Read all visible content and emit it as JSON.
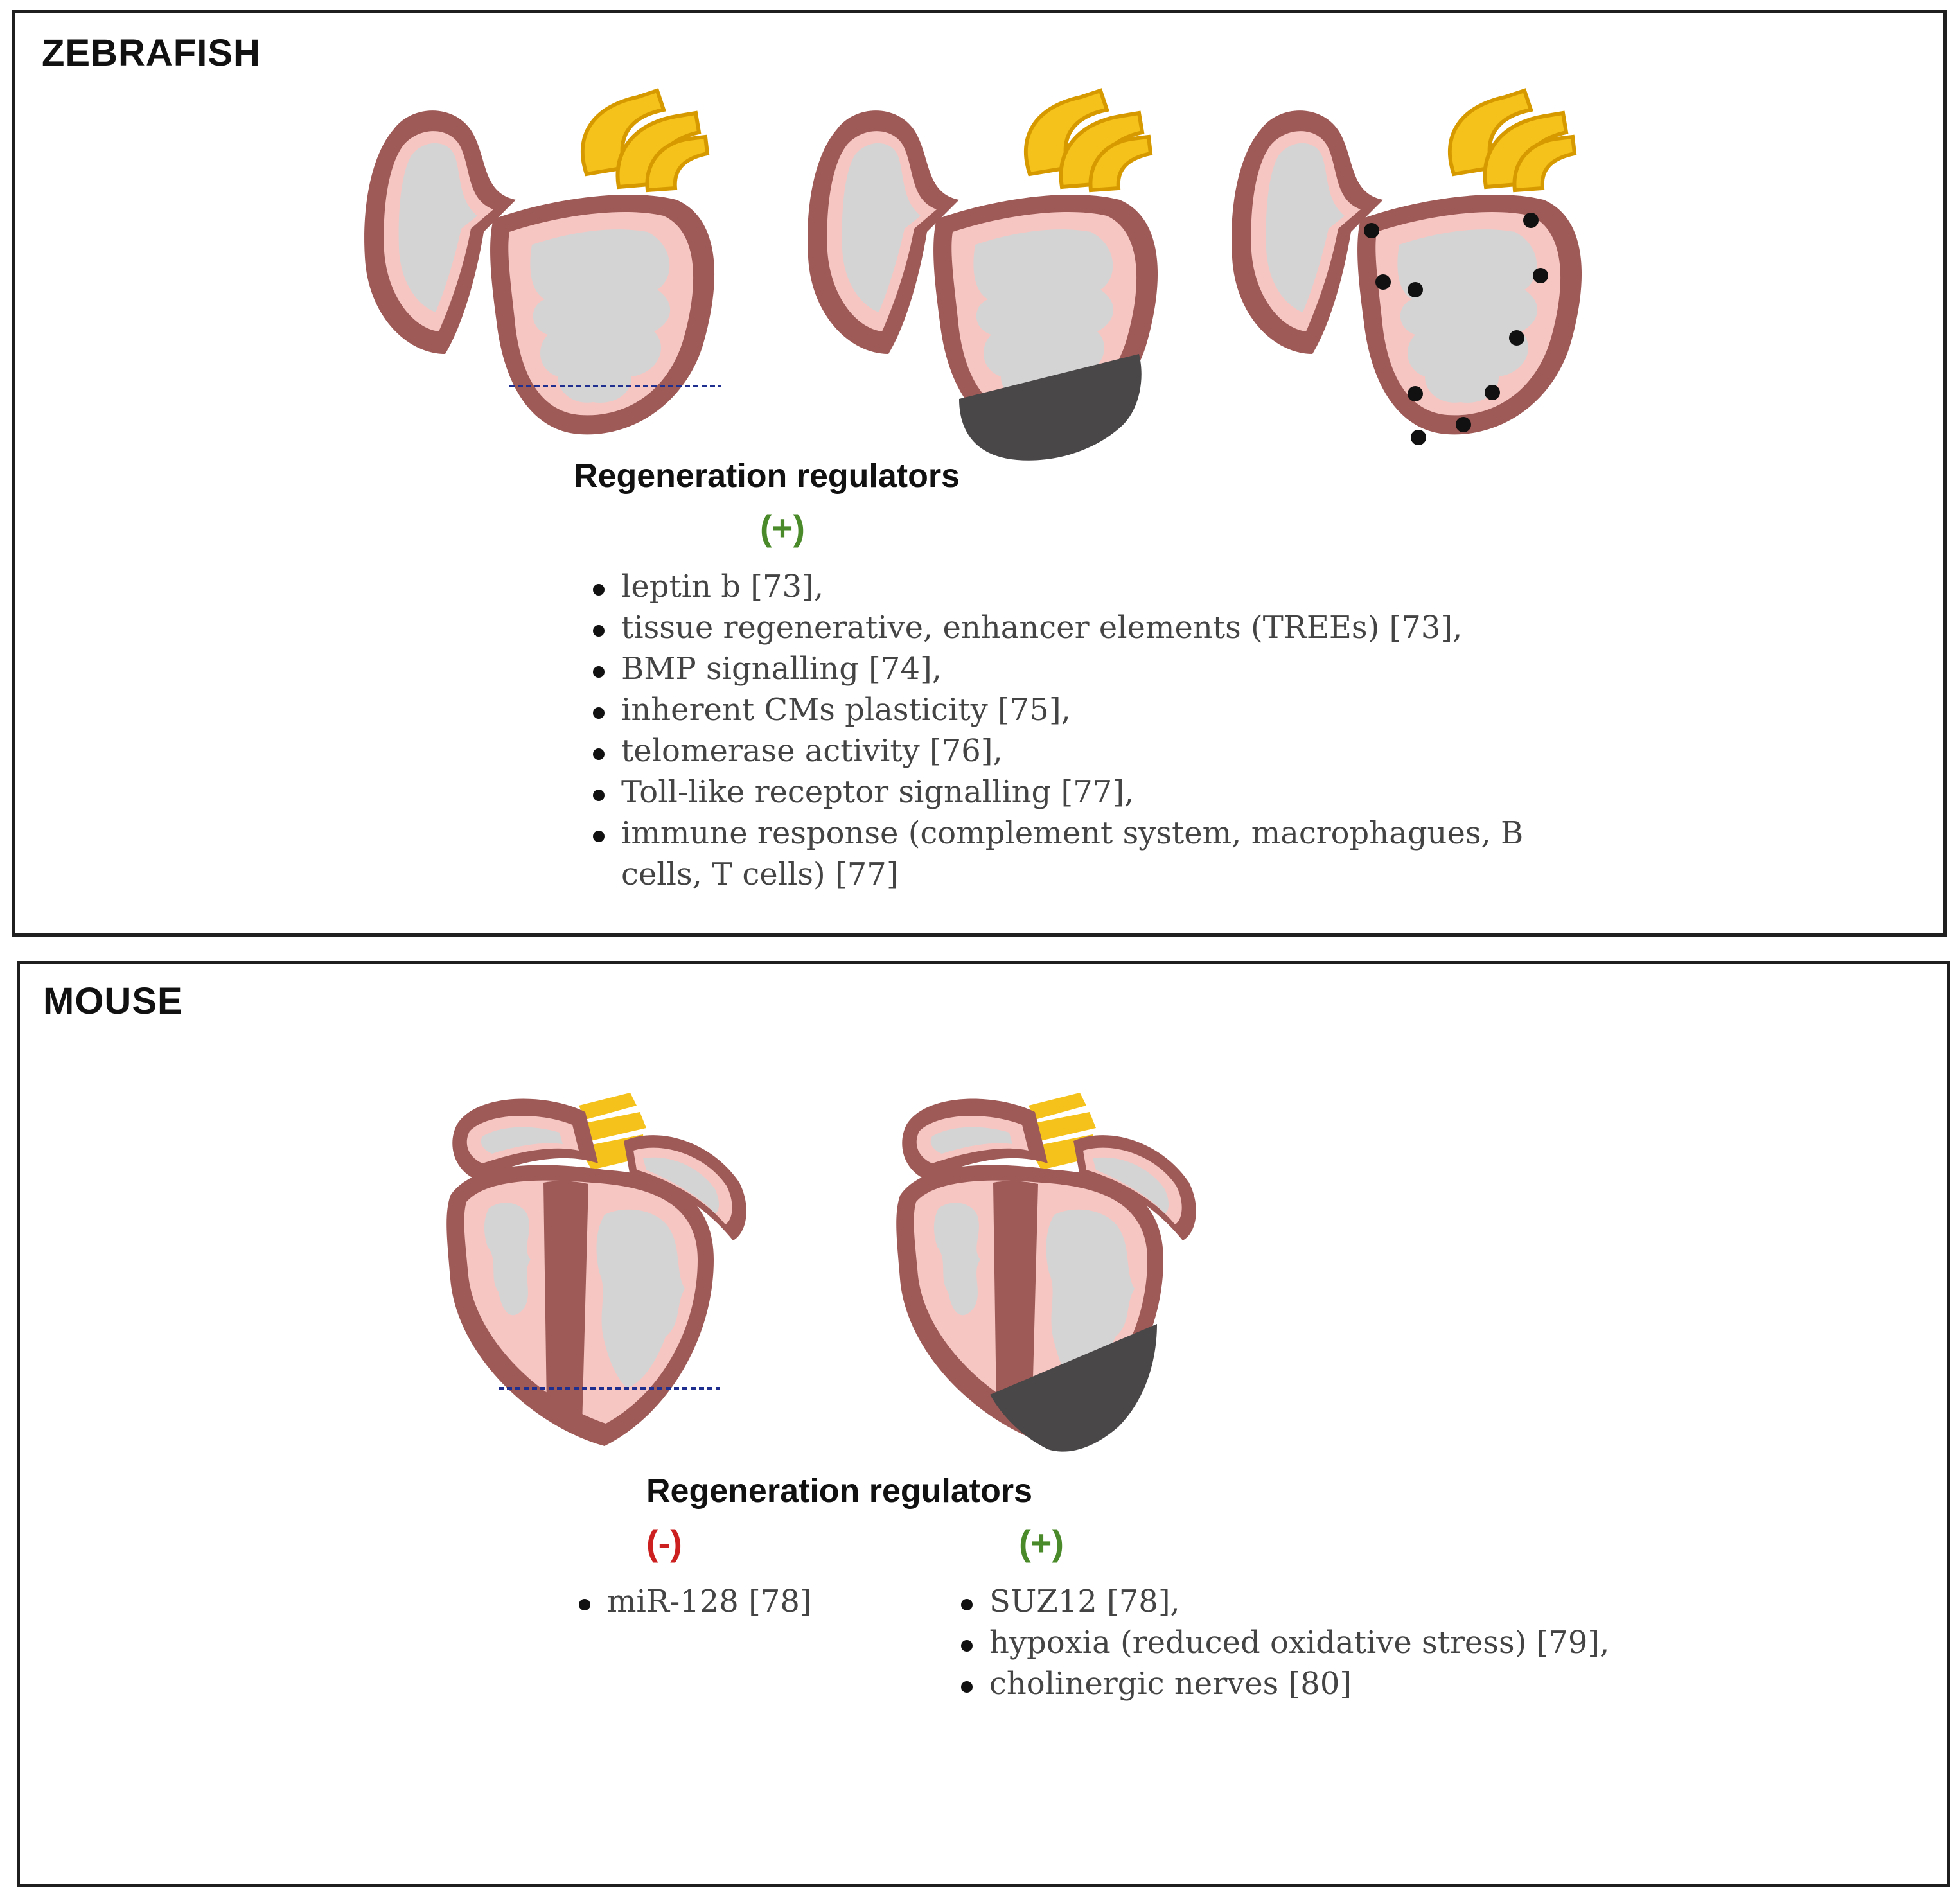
{
  "zebrafish": {
    "title": "ZEBRAFISH",
    "regulators_heading": "Regeneration regulators",
    "positive_sign": "(+)",
    "positive_items": [
      "leptin b [73],",
      "tissue regenerative, enhancer elements (TREEs) [73],",
      "BMP signalling [74],",
      "inherent CMs plasticity [75],",
      "telomerase activity [76],",
      "Toll-like receptor signalling [77],",
      "immune response (complement system, macrophagues, B cells, T cells) [77]"
    ]
  },
  "mouse": {
    "title": "MOUSE",
    "regulators_heading": "Regeneration regulators",
    "negative_sign": "(-)",
    "negative_items": [
      "miR-128 [78]"
    ],
    "positive_sign": "(+)",
    "positive_items": [
      "SUZ12 [78],",
      "hypoxia (reduced oxidative stress) [79],",
      "cholinergic nerves [80]"
    ]
  },
  "colors": {
    "heart_wall": "#9e5a57",
    "myocardium": "#f6c6c2",
    "lumen": "#d4d4d4",
    "outflow": "#f4c21b",
    "scar": "#4a4748",
    "cut_line": "#1f2f8f",
    "positive": "#4a8a2a",
    "negative": "#cc1f1f"
  }
}
